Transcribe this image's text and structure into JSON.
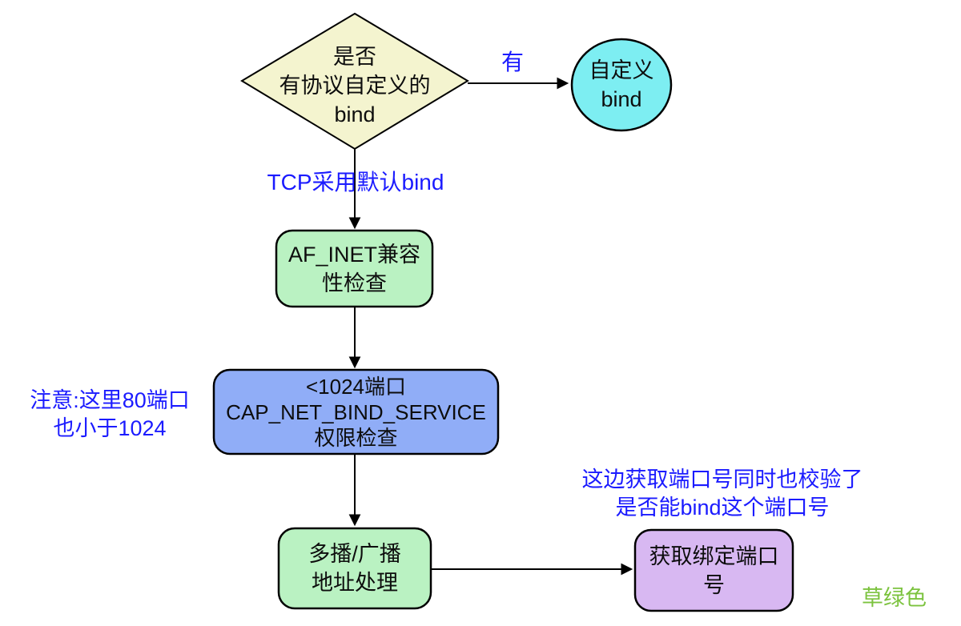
{
  "nodes": {
    "decision": {
      "label": "是否\n有协议自定义的\nbind",
      "fill": "#f4f4cf"
    },
    "custom_bind": {
      "label": "自定义\nbind",
      "fill": "#7deef2"
    },
    "af_inet_check": {
      "label": "AF_INET兼容\n性检查",
      "fill": "#baf2c2"
    },
    "cap_check": {
      "label": "<1024端口\nCAP_NET_BIND_SERVICE\n权限检查",
      "fill": "#90adf7"
    },
    "multicast": {
      "label": "多播/广播\n地址处理",
      "fill": "#baf2c2"
    },
    "get_port": {
      "label": "获取绑定端口\n号",
      "fill": "#d8b8f2"
    }
  },
  "edges": {
    "yes_label": "有",
    "tcp_label": "TCP采用默认bind"
  },
  "annotations": {
    "port80_note": "注意:这里80端口\n也小于1024",
    "bind_note": "这边获取端口号同时也校验了\n是否能bind这个端口号",
    "grass_green": "草绿色"
  },
  "colors": {
    "annotation_blue": "#1b1bff",
    "grass_green_text": "#7cc33f",
    "shape_stroke": "#000000",
    "node_text": "#0d0d0d",
    "background": "#ffffff"
  }
}
